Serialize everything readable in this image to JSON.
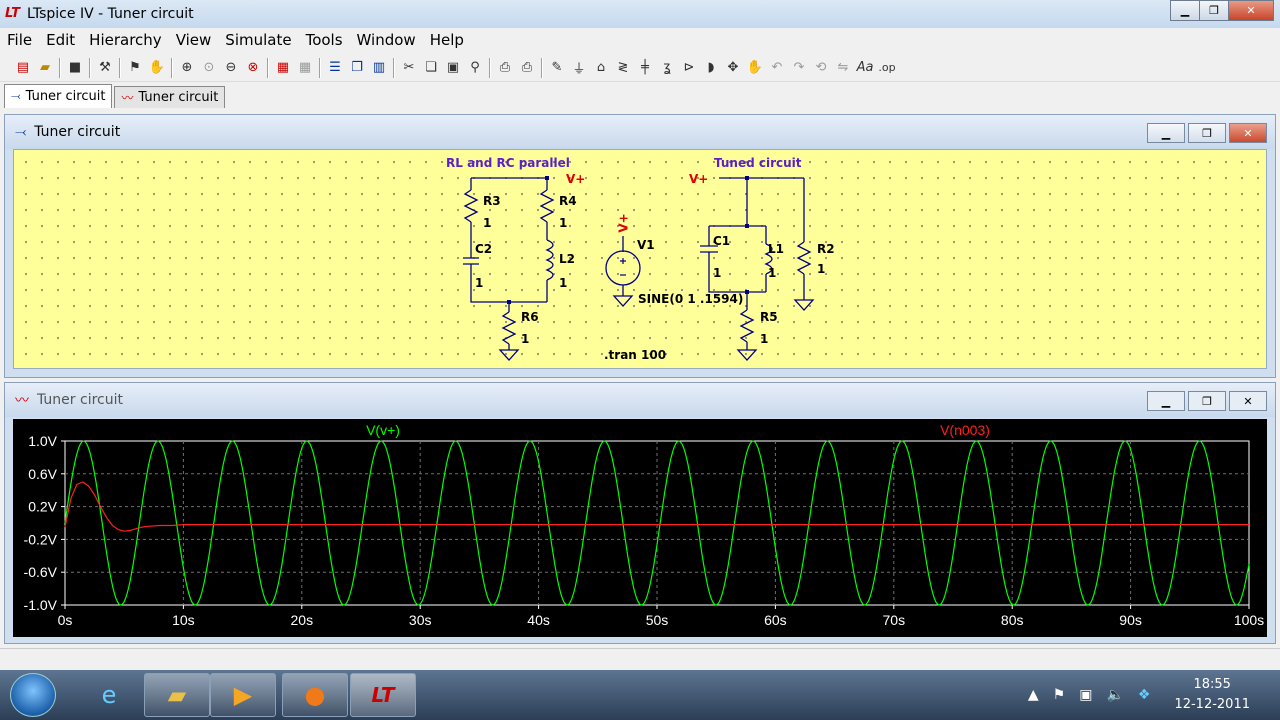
{
  "app": {
    "title": "LTspice IV - Tuner circuit"
  },
  "menu": [
    "File",
    "Edit",
    "Hierarchy",
    "View",
    "Simulate",
    "Tools",
    "Window",
    "Help"
  ],
  "tabs": [
    {
      "label": "Tuner circuit",
      "icon": "schematic-icon"
    },
    {
      "label": "Tuner circuit",
      "icon": "waveform-icon"
    }
  ],
  "schematic": {
    "title": "Tuner circuit",
    "labels": {
      "rl_rc": "RL and RC parallel",
      "tuned": "Tuned circuit",
      "vplus": "V+",
      "r3": "R3",
      "r3v": "1",
      "r4": "R4",
      "r4v": "1",
      "c2": "C2",
      "c2v": "1",
      "l2": "L2",
      "l2v": "1",
      "r6": "R6",
      "r6v": "1",
      "v1": "V1",
      "sine": "SINE(0 1 .1594)",
      "c1": "C1",
      "c1v": "1",
      "l1": "L1",
      "l1v": "1",
      "r2": "R2",
      "r2v": "1",
      "r5": "R5",
      "r5v": "1",
      "tran": ".tran 100"
    }
  },
  "waveform": {
    "title": "Tuner circuit"
  },
  "chart_data": {
    "type": "line",
    "title": "",
    "xlabel": "",
    "ylabel": "",
    "xlim": [
      0,
      100
    ],
    "ylim": [
      -1.0,
      1.0
    ],
    "x_ticks": [
      "0s",
      "10s",
      "20s",
      "30s",
      "40s",
      "50s",
      "60s",
      "70s",
      "80s",
      "90s",
      "100s"
    ],
    "y_ticks": [
      "1.0V",
      "0.6V",
      "0.2V",
      "-0.2V",
      "-0.6V",
      "-1.0V"
    ],
    "y_tick_values": [
      1.0,
      0.6,
      0.2,
      -0.2,
      -0.6,
      -1.0
    ],
    "grid": true,
    "series": [
      {
        "name": "V(v+)",
        "color": "#00ff00",
        "x": [
          0,
          1.57,
          3.14,
          4.71,
          6.28,
          7.85,
          9.42,
          10.99,
          12.57,
          14.14,
          15.71,
          17.28,
          18.85,
          20.42,
          21.99,
          23.56,
          25.13,
          26.7,
          28.27,
          29.85,
          31.42,
          32.99,
          34.56,
          36.13,
          37.7,
          39.27,
          40.84,
          42.41,
          43.98,
          45.55,
          47.12,
          48.69,
          50.27,
          51.84,
          53.41,
          54.98,
          56.55,
          58.12,
          59.69,
          61.26,
          62.83,
          64.4,
          65.97,
          67.54,
          69.12,
          70.69,
          72.26,
          73.83,
          75.4,
          76.97,
          78.54,
          80.11,
          81.68,
          83.25,
          84.82,
          86.39,
          87.96,
          89.54,
          91.11,
          92.68,
          94.25,
          95.82,
          97.39,
          98.96,
          100
        ],
        "values": [
          0,
          1,
          0,
          -1,
          0,
          1,
          0,
          -1,
          0,
          1,
          0,
          -1,
          0,
          1,
          0,
          -1,
          0,
          1,
          0,
          -1,
          0,
          1,
          0,
          -1,
          0,
          1,
          0,
          -1,
          0,
          1,
          0,
          -1,
          0,
          1,
          0,
          -1,
          0,
          1,
          0,
          -1,
          0,
          1,
          0,
          -1,
          0,
          1,
          0,
          -1,
          0,
          1,
          0,
          -1,
          0,
          1,
          0,
          -1,
          0,
          1,
          0,
          -1,
          0,
          1,
          0,
          -1,
          -0.5
        ]
      },
      {
        "name": "V(n003)",
        "color": "#ff2020",
        "x": [
          0,
          0.5,
          1,
          1.5,
          2,
          2.5,
          3,
          3.5,
          4,
          4.5,
          5,
          5.5,
          6,
          6.5,
          7,
          8,
          9,
          10,
          15,
          20,
          30,
          40,
          50,
          60,
          70,
          80,
          90,
          100
        ],
        "values": [
          -0.05,
          0.3,
          0.47,
          0.5,
          0.45,
          0.34,
          0.2,
          0.07,
          -0.03,
          -0.08,
          -0.1,
          -0.09,
          -0.07,
          -0.05,
          -0.04,
          -0.03,
          -0.03,
          -0.02,
          -0.02,
          -0.02,
          -0.02,
          -0.02,
          -0.02,
          -0.02,
          -0.02,
          -0.02,
          -0.02,
          -0.02
        ]
      }
    ]
  },
  "taskbar": {
    "time": "18:55",
    "date": "12-12-2011"
  }
}
